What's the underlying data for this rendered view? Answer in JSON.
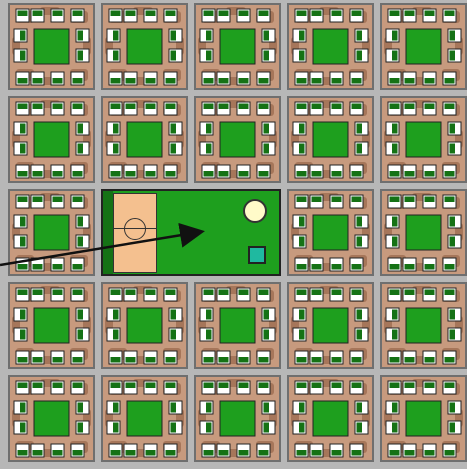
{
  "game": {
    "grid_rows": 5,
    "grid_cols": 5,
    "merged_cell": {
      "row": 2,
      "col_start": 1,
      "col_span": 2
    },
    "colors": {
      "background": "#b7b7b7",
      "tile_border": "#6f6f6f",
      "tile_sand": "#c79a7e",
      "tile_brown": "#8a5a3c",
      "green": "#1e9f1e",
      "dark_green": "#157215",
      "goal_area": "#f4c08f",
      "ball": "#fffbc9",
      "target": "#1fb9a0",
      "aim_line": "#111111"
    },
    "icons": {
      "tile": "soccer-field-tile-icon",
      "ball": "ball-icon",
      "target": "target-square-icon",
      "aim": "aim-arrow-icon"
    }
  }
}
